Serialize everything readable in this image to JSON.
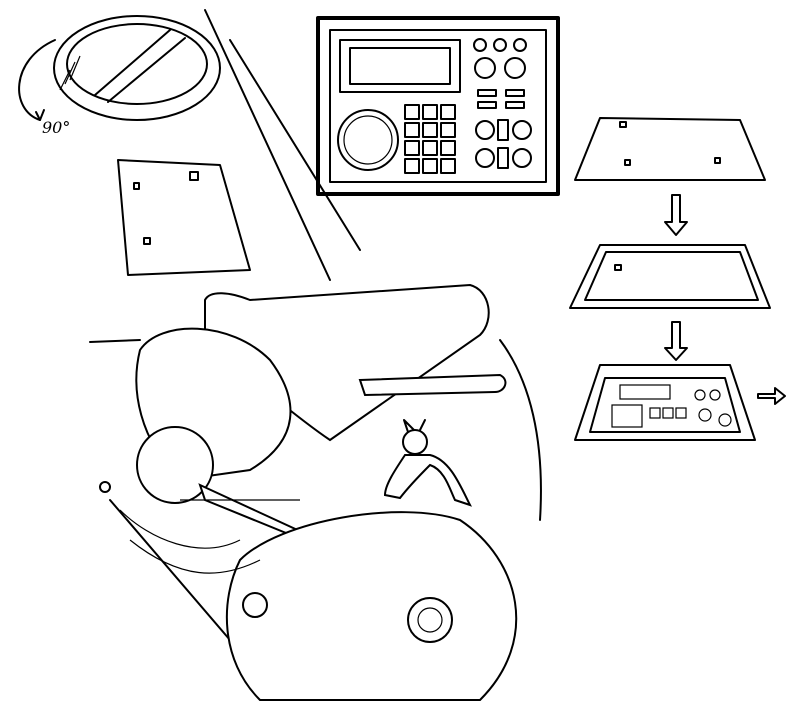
{
  "annotation": {
    "rotation_label": "90°"
  },
  "colors": {
    "ink": "#000000",
    "paper": "#ffffff"
  },
  "steps": [
    "panel-removed",
    "panel-frame-open",
    "panel-installed"
  ]
}
